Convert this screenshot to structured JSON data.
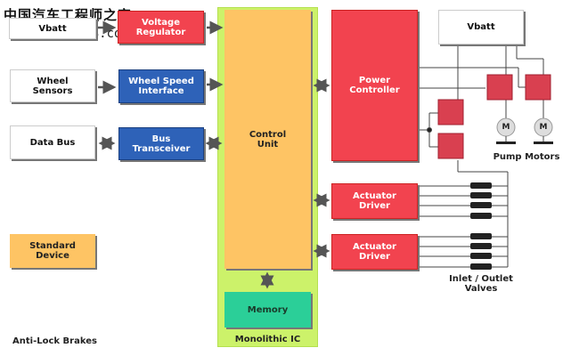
{
  "watermark": {
    "line1": "中国汽车工程师之家",
    "line2": "www.cartech8.com"
  },
  "left": {
    "vbatt": "Vbatt",
    "wheel_sensors": "Wheel\nSensors",
    "data_bus": "Data Bus",
    "standard_device": "Standard\nDevice"
  },
  "interface": {
    "voltage_regulator": "Voltage\nRegulator",
    "wheel_speed_interface": "Wheel Speed\nInterface",
    "bus_transceiver": "Bus\nTransceiver"
  },
  "ic": {
    "control_unit": "Control\nUnit",
    "memory": "Memory",
    "label": "Monolithic IC"
  },
  "right": {
    "power_controller": "Power\nController",
    "actuator_driver_1": "Actuator\nDriver",
    "actuator_driver_2": "Actuator\nDriver",
    "vbatt": "Vbatt",
    "motor_symbol": "M",
    "pump_motors": "Pump Motors",
    "valves": "Inlet / Outlet\nValves"
  },
  "footer": {
    "title": "Anti-Lock Brakes"
  },
  "colors": {
    "red": "#f2434f",
    "blue": "#2e62b8",
    "orange": "#fec464",
    "teal": "#2bcf98",
    "green": "#ccf26a"
  }
}
